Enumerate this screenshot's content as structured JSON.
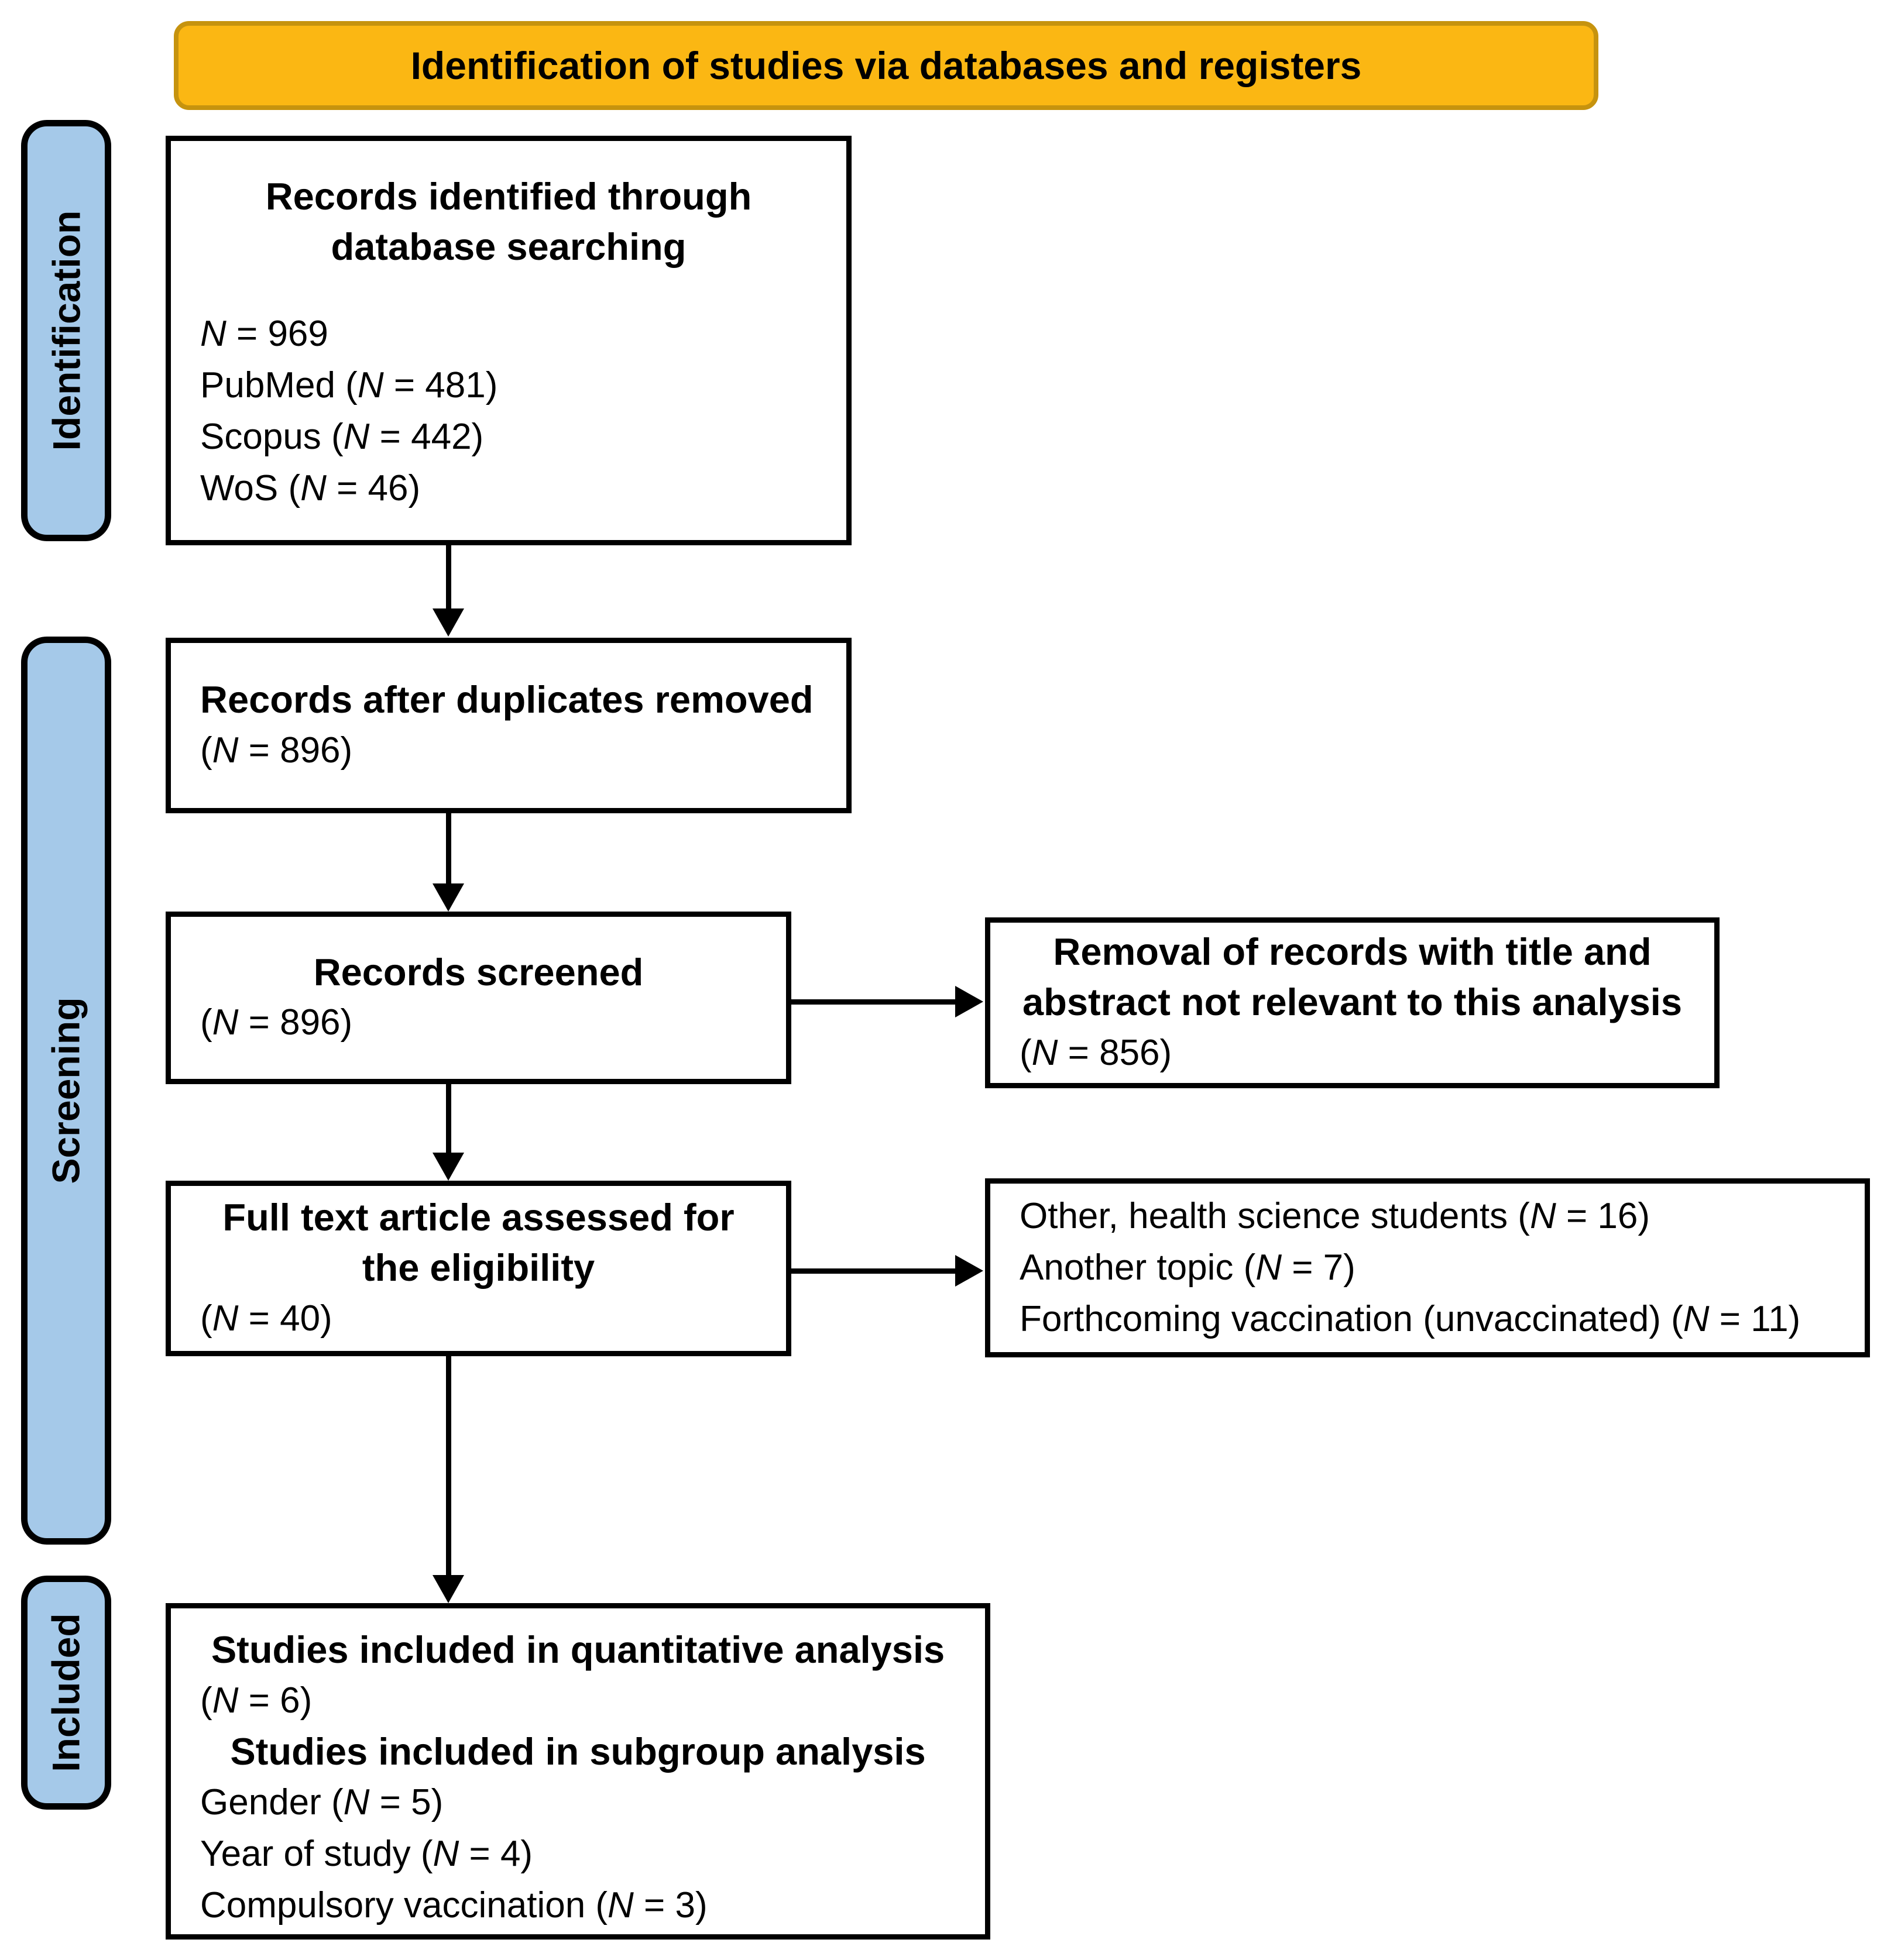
{
  "header": {
    "title": "Identification of studies via databases and registers"
  },
  "stages": {
    "identification": {
      "label": "Identification"
    },
    "screening": {
      "label": "Screening"
    },
    "included": {
      "label": "Included"
    }
  },
  "boxes": {
    "identified": {
      "heading": "Records identified through\ndatabase searching",
      "lines": [
        "N = 969",
        "PubMed (N = 481)",
        "Scopus (N = 442)",
        "WoS (N = 46)"
      ]
    },
    "duplicates": {
      "heading": "Records after duplicates removed",
      "lines": [
        "(N = 896)"
      ]
    },
    "screened": {
      "heading": "Records screened",
      "lines": [
        "(N = 896)"
      ]
    },
    "fulltext": {
      "heading": "Full text article assessed for\nthe eligibility",
      "lines": [
        "(N = 40)"
      ]
    },
    "included": {
      "heading1": "Studies included in quantitative analysis",
      "line1": "(N = 6)",
      "heading2": "Studies included in subgroup analysis",
      "lines": [
        "Gender (N = 5)",
        "Year of study (N = 4)",
        "Compulsory vaccination (N = 3)"
      ]
    },
    "excluded_screening": {
      "heading": "Removal of records with title and\nabstract not relevant to this analysis",
      "lines": [
        "(N = 856)"
      ]
    },
    "excluded_fulltext": {
      "lines": [
        "Other, health science students (N = 16)",
        "Another topic (N = 7)",
        "Forthcoming vaccination (unvaccinated) (N = 11)"
      ]
    }
  },
  "colors": {
    "header_bg": "#FBB713",
    "header_border": "#C6930E",
    "stage_bg": "#A5C9E9",
    "stage_border": "#000000",
    "box_border": "#000000",
    "arrow": "#000000",
    "text": "#000000"
  }
}
